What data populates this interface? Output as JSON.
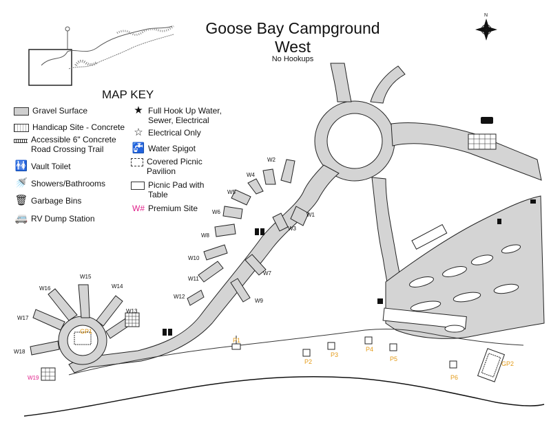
{
  "map": {
    "title_line1": "Goose Bay Campground",
    "title_line2": "West",
    "subtitle": "No Hookups",
    "compass_label": "N"
  },
  "key": {
    "title": "MAP KEY",
    "items": [
      {
        "icon": "gravel-swatch",
        "label": "Gravel Surface"
      },
      {
        "icon": "handicap-swatch",
        "label": "Handicap Site - Concrete"
      },
      {
        "icon": "trail-swatch",
        "label": "Accessible 6\" Concrete Road Crossing Trail"
      },
      {
        "icon": "vault-toilet-icon",
        "label": "Vault Toilet"
      },
      {
        "icon": "shower-icon",
        "label": "Showers/Bathrooms"
      },
      {
        "icon": "garbage-bin-icon",
        "label": "Garbage Bins"
      },
      {
        "icon": "rv-dump-icon",
        "label": "RV Dump Station"
      },
      {
        "icon": "filled-star-icon",
        "label": "Full Hook Up Water, Sewer, Electrical"
      },
      {
        "icon": "outline-star-icon",
        "label": "Electrical Only"
      },
      {
        "icon": "water-spigot-icon",
        "label": "Water Spigot"
      },
      {
        "icon": "pavilion-swatch",
        "label": "Covered Picnic Pavilion"
      },
      {
        "icon": "picnic-pad-swatch",
        "label": "Picnic Pad with Table"
      },
      {
        "icon": "premium-symbol",
        "symbol": "W#",
        "label": "Premium Site"
      }
    ]
  },
  "sites": {
    "w1": "W1",
    "w2": "W2",
    "w3": "W3",
    "w4": "W4",
    "w5": "W5",
    "w6": "W6",
    "w7": "W7",
    "w8": "W8",
    "w9": "W9",
    "w10": "W10",
    "w11": "W11",
    "w12": "W12",
    "w13": "W13",
    "w14": "W14",
    "w15": "W15",
    "w16": "W16",
    "w17": "W17",
    "w18": "W18",
    "w19": "W19"
  },
  "picnic": {
    "p1": "P1",
    "p2": "P2",
    "p3": "P3",
    "p4": "P4",
    "p5": "P5",
    "p6": "P6",
    "gp1": "GP1",
    "gp2": "GP2"
  },
  "colors": {
    "gravel": "#d4d4d4",
    "outline": "#222222",
    "picnic_label": "#e39a17",
    "premium_label": "#e0208a"
  }
}
